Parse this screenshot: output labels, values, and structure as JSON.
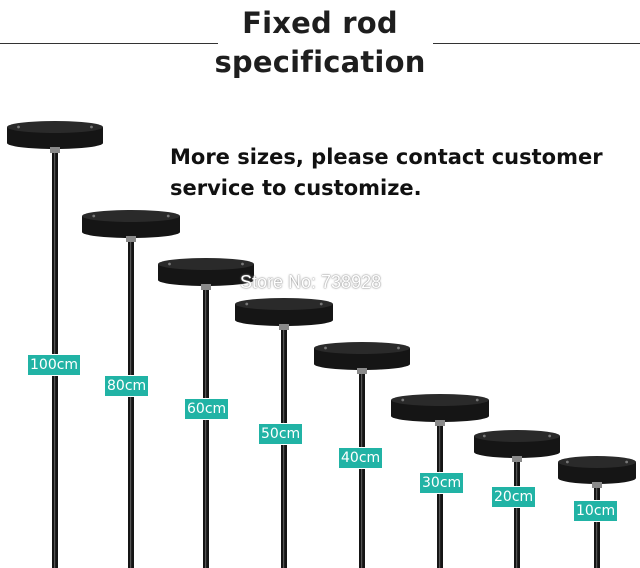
{
  "title_line1": "Fixed rod",
  "title_line2": "specification",
  "note_line1": "More sizes, please contact customer",
  "note_line2": "service to customize.",
  "watermark": "Store No: 738928",
  "rod_labels": [
    "100cm",
    "80cm",
    "60cm",
    "50cm",
    "40cm",
    "30cm",
    "20cm",
    "10cm"
  ],
  "colors": {
    "label_bg": "#21b3a5",
    "fixture": "#151515"
  }
}
